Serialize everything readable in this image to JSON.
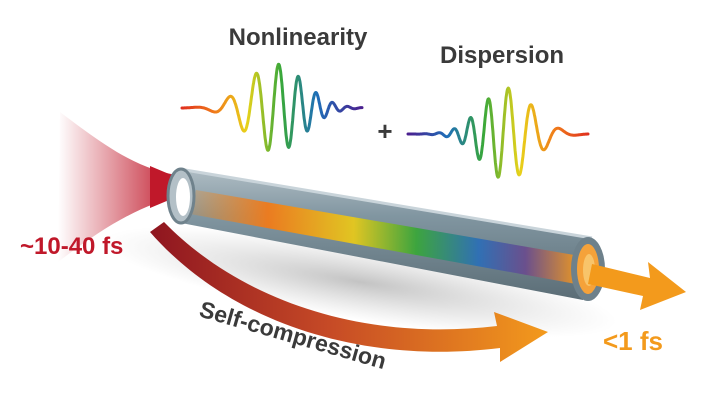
{
  "labels": {
    "nonlinearity": "Nonlinearity",
    "dispersion": "Dispersion",
    "plus": "+",
    "input_duration": "~10-40 fs",
    "output_duration": "<1 fs",
    "process": "Self-compression"
  },
  "colors": {
    "input_red": "#c0182a",
    "output_orange": "#f39a1c",
    "fiber_gray": "#7d929c",
    "text_dark": "#3a3a3a"
  },
  "icons": {
    "nonlinearity_pulse": "chirped-wave-packet-icon",
    "dispersion_pulse": "compressed-wave-packet-icon",
    "fiber": "hollow-capillary-fiber-icon"
  }
}
